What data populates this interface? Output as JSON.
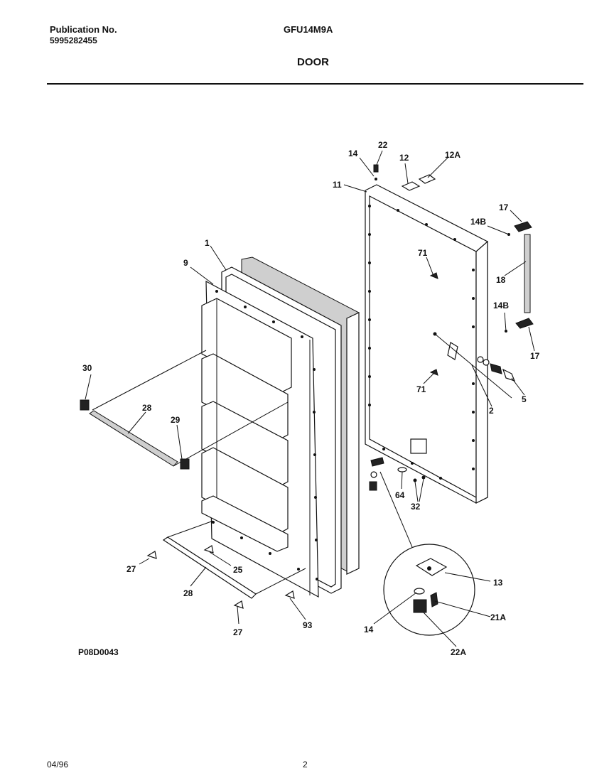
{
  "header": {
    "publication_label": "Publication No.",
    "publication_number": "5995282455",
    "model": "GFU14M9A",
    "title": "DOOR"
  },
  "diagram": {
    "drawing_code": "P08D0043",
    "part_labels": {
      "p1": "1",
      "p9": "9",
      "p30": "30",
      "p28a": "28",
      "p29": "29",
      "p27a": "27",
      "p25": "25",
      "p28b": "28",
      "p27b": "27",
      "p93": "93",
      "p14a": "14",
      "p22": "22",
      "p12": "12",
      "p12a": "12A",
      "p11": "11",
      "p17a": "17",
      "p14ba": "14B",
      "p71a": "71",
      "p18": "18",
      "p14bb": "14B",
      "p17b": "17",
      "p71b": "71",
      "p5": "5",
      "p2": "2",
      "p64": "64",
      "p32": "32",
      "p13": "13",
      "p21a": "21A",
      "p14b": "14",
      "p22a": "22A"
    }
  },
  "footer": {
    "date": "04/96",
    "page": "2"
  }
}
